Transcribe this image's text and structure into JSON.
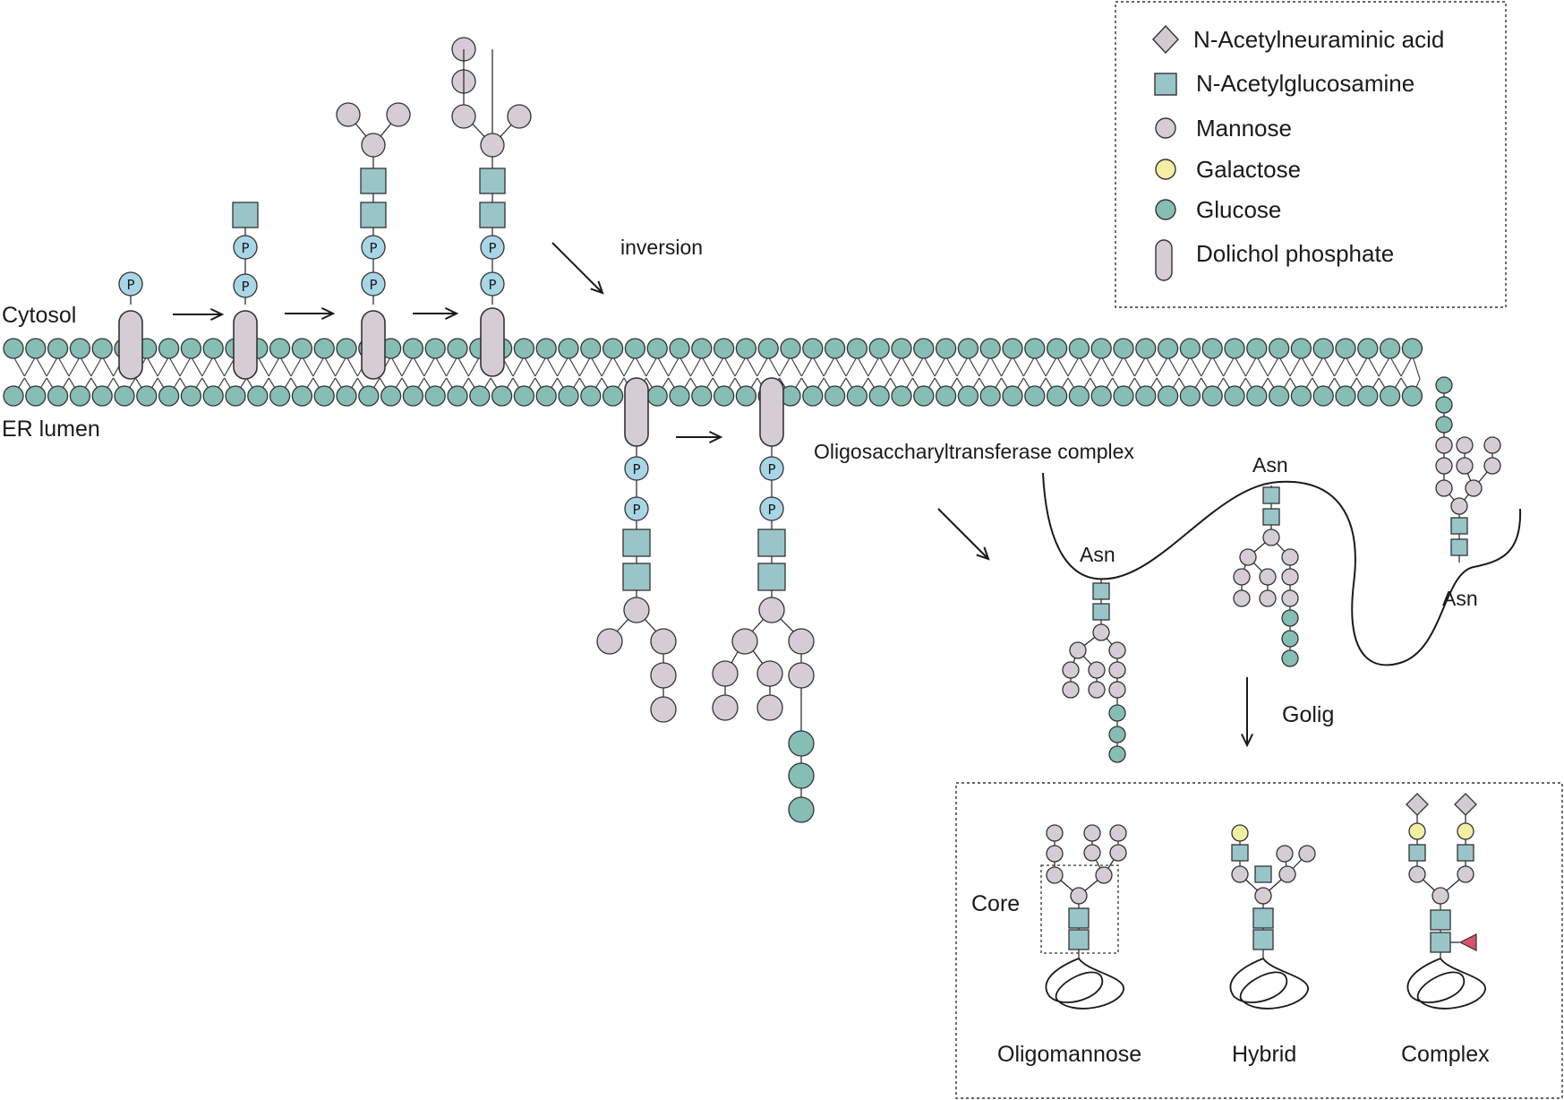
{
  "legend": {
    "items": [
      {
        "shape": "diamond",
        "label": "N-Acetylneuraminic acid"
      },
      {
        "shape": "square",
        "label": "N-Acetylglucosamine"
      },
      {
        "shape": "circle-mannose",
        "label": "Mannose"
      },
      {
        "shape": "circle-galactose",
        "label": "Galactose"
      },
      {
        "shape": "circle-glucose",
        "label": "Glucose"
      },
      {
        "shape": "capsule",
        "label": "Dolichol phosphate"
      }
    ]
  },
  "labels": {
    "cytosol": "Cytosol",
    "er_lumen": "ER lumen",
    "inversion": "inversion",
    "ost_complex": "Oligosaccharyltransferase complex",
    "asn": "Asn",
    "golgi": "Golig",
    "core": "Core",
    "phosphate": "P"
  },
  "glycan_types": [
    "Oligomannose",
    "Hybrid",
    "Complex"
  ],
  "colors": {
    "mannose": "#d6ccd4",
    "glcnac": "#99c5c9",
    "galactose": "#f3efa2",
    "glucose": "#86bdb4",
    "neu5ac": "#d3cbd1",
    "phosphate": "#a8d6e6",
    "dolichol": "#d6ccd4",
    "fucose": "#d9536c",
    "membrane_head": "#86bdb4",
    "stroke": "#333333"
  }
}
